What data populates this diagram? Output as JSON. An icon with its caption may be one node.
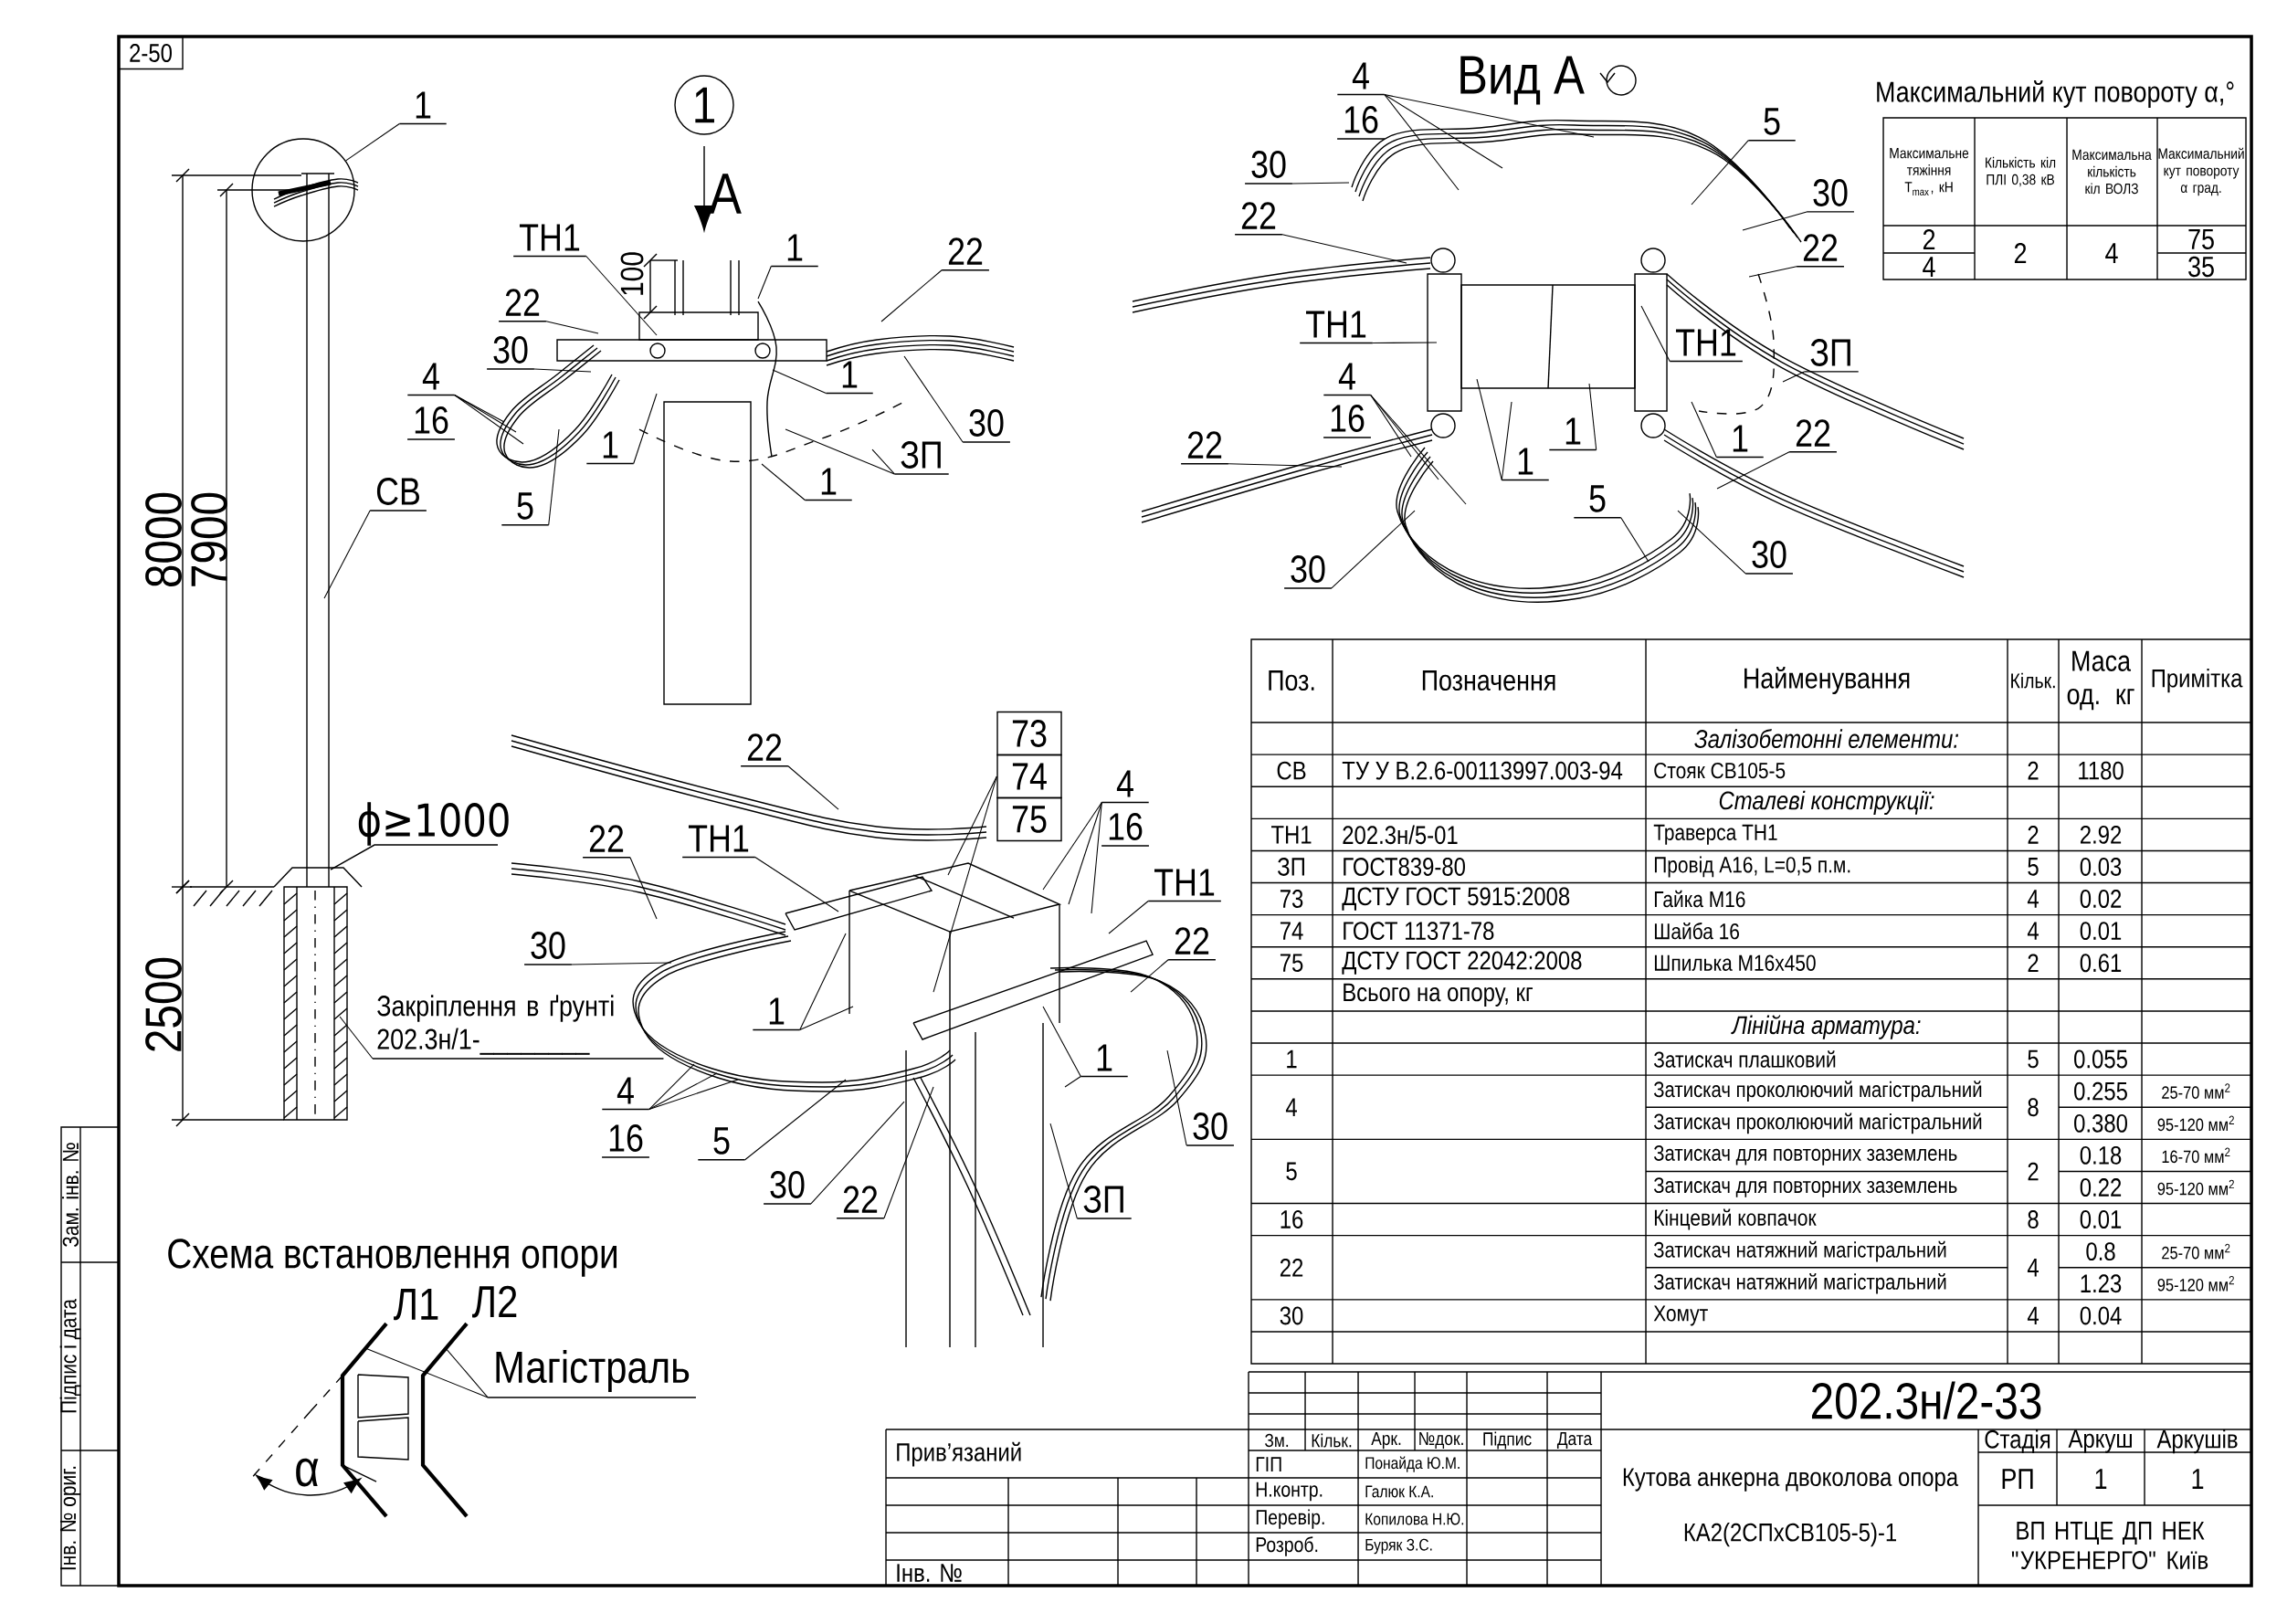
{
  "diagram": {
    "nodes": [
      {
        "text": [],
        "shape": "circle"
      },
      {
        "text": [
          "1"
        ]
      },
      {
        "text": [
          "1"
        ]
      },
      {
        "text": [
          "СВ"
        ]
      },
      {
        "text": [
          "Закріплення в ґрунті 202.3н/1-________"
        ]
      },
      {
        "text": [
          "ТН1"
        ]
      },
      {
        "text": [
          "22"
        ]
      },
      {
        "text": [
          "30"
        ]
      },
      {
        "text": [
          "4"
        ]
      },
      {
        "text": [
          "16"
        ]
      },
      {
        "text": [
          "1"
        ]
      },
      {
        "text": [
          "5"
        ]
      },
      {
        "text": [
          "1"
        ]
      },
      {
        "text": [
          "22"
        ]
      },
      {
        "text": [
          "1"
        ]
      },
      {
        "text": [
          "30"
        ]
      },
      {
        "text": [
          "ЗП"
        ]
      },
      {
        "text": [
          "1"
        ]
      },
      {
        "text": [
          "4"
        ]
      },
      {
        "text": [
          "16"
        ]
      },
      {
        "text": [
          "5"
        ]
      },
      {
        "text": [
          "30"
        ]
      },
      {
        "text": [
          "30"
        ]
      },
      {
        "text": [
          "22"
        ]
      },
      {
        "text": [
          "22"
        ]
      },
      {
        "text": [
          "ТН1"
        ]
      },
      {
        "text": [
          "ТН1"
        ]
      },
      {
        "text": [
          "ЗП"
        ]
      },
      {
        "text": [
          "4"
        ]
      },
      {
        "text": [
          "16"
        ]
      },
      {
        "text": [
          "1"
        ]
      },
      {
        "text": [
          "1"
        ]
      },
      {
        "text": [
          "1"
        ]
      },
      {
        "text": [
          "22"
        ]
      },
      {
        "text": [
          "22"
        ]
      },
      {
        "text": [
          "5"
        ]
      },
      {
        "text": [
          "30"
        ]
      },
      {
        "text": [
          "30"
        ]
      },
      {
        "text": [
          "22"
        ]
      },
      {
        "text": [
          "73"
        ]
      },
      {
        "text": [
          "74"
        ]
      },
      {
        "text": [
          "75"
        ]
      },
      {
        "text": [
          "4"
        ]
      },
      {
        "text": [
          "16"
        ]
      },
      {
        "text": [
          "22"
        ]
      },
      {
        "text": [
          "ТН1"
        ]
      },
      {
        "text": [
          "ТН1"
        ]
      },
      {
        "text": [
          "30"
        ]
      },
      {
        "text": [
          "22"
        ]
      },
      {
        "text": [
          "1"
        ]
      },
      {
        "text": [
          "1"
        ]
      },
      {
        "text": [
          "4"
        ]
      },
      {
        "text": [
          "16"
        ]
      },
      {
        "text": [
          "5"
        ]
      },
      {
        "text": [
          "30"
        ]
      },
      {
        "text": [
          "30"
        ]
      },
      {
        "text": [
          "22"
        ]
      },
      {
        "text": [
          "ЗП"
        ]
      },
      {
        "text": [
          "Магістраль"
        ]
      }
    ],
    "edges": [
      {
        "from": 1,
        "to": 0,
        "arrow": "none"
      },
      {
        "from": 3,
        "to": null,
        "arrow": "none"
      },
      {
        "from": 4,
        "to": null,
        "arrow": "none"
      },
      {
        "from": 5,
        "to": null,
        "arrow": "none"
      },
      {
        "from": 6,
        "to": null,
        "arrow": "none"
      },
      {
        "from": 7,
        "to": null,
        "arrow": "none"
      },
      {
        "from": 8,
        "to": null,
        "arrow": "none"
      },
      {
        "from": 8,
        "to": null,
        "arrow": "none"
      },
      {
        "from": 8,
        "to": null,
        "arrow": "none"
      },
      {
        "from": 10,
        "to": null,
        "arrow": "none"
      },
      {
        "from": 11,
        "to": null,
        "arrow": "none"
      },
      {
        "from": 12,
        "to": null,
        "arrow": "none"
      },
      {
        "from": 13,
        "to": null,
        "arrow": "none"
      },
      {
        "from": 14,
        "to": null,
        "arrow": "none"
      },
      {
        "from": 15,
        "to": null,
        "arrow": "none"
      },
      {
        "from": 16,
        "to": null,
        "arrow": "none"
      },
      {
        "from": 16,
        "to": null,
        "arrow": "none"
      },
      {
        "from": 17,
        "to": null,
        "arrow": "none"
      },
      {
        "from": 18,
        "to": null,
        "arrow": "none"
      },
      {
        "from": 18,
        "to": null,
        "arrow": "none"
      },
      {
        "from": 18,
        "to": null,
        "arrow": "none"
      },
      {
        "from": 20,
        "to": null,
        "arrow": "none"
      },
      {
        "from": 21,
        "to": null,
        "arrow": "none"
      },
      {
        "from": 22,
        "to": null,
        "arrow": "none"
      },
      {
        "from": 23,
        "to": null,
        "arrow": "none"
      },
      {
        "from": 24,
        "to": null,
        "arrow": "none"
      },
      {
        "from": 25,
        "to": null,
        "arrow": "none"
      },
      {
        "from": 26,
        "to": null,
        "arrow": "none"
      },
      {
        "from": 27,
        "to": null,
        "arrow": "none"
      },
      {
        "from": 28,
        "to": null,
        "arrow": "none"
      },
      {
        "from": 28,
        "to": null,
        "arrow": "none"
      },
      {
        "from": 28,
        "to": null,
        "arrow": "none"
      },
      {
        "from": 30,
        "to": null,
        "arrow": "none"
      },
      {
        "from": 31,
        "to": null,
        "arrow": "none"
      },
      {
        "from": 31,
        "to": null,
        "arrow": "none"
      },
      {
        "from": 32,
        "to": null,
        "arrow": "none"
      },
      {
        "from": 33,
        "to": null,
        "arrow": "none"
      },
      {
        "from": 34,
        "to": null,
        "arrow": "none"
      },
      {
        "from": 35,
        "to": null,
        "arrow": "none"
      },
      {
        "from": 36,
        "to": null,
        "arrow": "none"
      },
      {
        "from": 37,
        "to": null,
        "arrow": "none"
      },
      {
        "from": 38,
        "to": null,
        "arrow": "none"
      },
      {
        "from": 40,
        "to": null,
        "arrow": "none"
      },
      {
        "from": 40,
        "to": null,
        "arrow": "none"
      },
      {
        "from": 42,
        "to": null,
        "arrow": "none"
      },
      {
        "from": 42,
        "to": null,
        "arrow": "none"
      },
      {
        "from": 42,
        "to": null,
        "arrow": "none"
      },
      {
        "from": 44,
        "to": null,
        "arrow": "none"
      },
      {
        "from": 45,
        "to": null,
        "arrow": "none"
      },
      {
        "from": 46,
        "to": null,
        "arrow": "none"
      },
      {
        "from": 47,
        "to": null,
        "arrow": "none"
      },
      {
        "from": 48,
        "to": null,
        "arrow": "none"
      },
      {
        "from": 49,
        "to": null,
        "arrow": "none"
      },
      {
        "from": 49,
        "to": null,
        "arrow": "none"
      },
      {
        "from": 50,
        "to": null,
        "arrow": "none"
      },
      {
        "from": 50,
        "to": null,
        "arrow": "none"
      },
      {
        "from": 51,
        "to": null,
        "arrow": "none"
      },
      {
        "from": 51,
        "to": null,
        "arrow": "none"
      },
      {
        "from": 51,
        "to": null,
        "arrow": "none"
      },
      {
        "from": 53,
        "to": null,
        "arrow": "none"
      },
      {
        "from": 54,
        "to": null,
        "arrow": "none"
      },
      {
        "from": 55,
        "to": null,
        "arrow": "none"
      },
      {
        "from": 56,
        "to": null,
        "arrow": "none"
      },
      {
        "from": 57,
        "to": null,
        "arrow": "none"
      },
      {
        "from": 58,
        "to": null,
        "arrow": "none"
      },
      {
        "from": 58,
        "to": null,
        "arrow": "none"
      }
    ],
    "labels": [
      "2-50",
      "Вид А",
      "Максимальний кут повороту α,°",
      "Максимальне тяжіння T$_{max}$, кН",
      "Кількість кіл ПЛІ 0,38 кВ",
      "Максимальна кількість кіл ВОЛЗ",
      "Максимальний кут повороту α град.",
      "2",
      "2",
      "4",
      "75",
      "4",
      "35",
      "A",
      "100",
      "8000",
      "7900",
      "ϕ≥1000",
      "2500",
      "Поз.",
      "Позначення",
      "Найменування",
      "Кільк.",
      "Маса од. кг",
      "Примітка",
      "Залізобетонні елементи:",
      "СВ",
      "ТУ У В.2.6-00113997.003-94",
      "Стояк СВ105-5",
      "2",
      "1180",
      "Сталеві конструкції:",
      "ТН1",
      "202.3н/5-01",
      "Траверса ТН1",
      "2",
      "2.92",
      "ЗП",
      "ГОСТ839-80",
      "Провід А16, L=0,5 п.м.",
      "5",
      "0.03",
      "73",
      "ДСТУ ГОСТ 5915:2008",
      "Гайка М16",
      "4",
      "0.02",
      "74",
      "ГОСТ 11371-78",
      "Шайба 16",
      "4",
      "0.01",
      "75",
      "ДСТУ ГОСТ 22042:2008",
      "Шпилька М16х450",
      "2",
      "0.61",
      "Всього на опору, кг",
      "Лінійна арматура:",
      "1",
      "Затискач плашковий",
      "5",
      "0.055",
      "4",
      "Затискач проколюючий магістральний",
      "8",
      "0.255",
      "25-70 мм$^{2}$",
      "Затискач проколюючий магістральний",
      "0.380",
      "95-120 мм$^{2}$",
      "5",
      "Затискач для повторних заземлень",
      "2",
      "0.18",
      "16-70 мм$^{2}$",
      "Затискач для повторних заземлень",
      "0.22",
      "95-120 мм$^{2}$",
      "16",
      "Кінцевий ковпачок",
      "8",
      "0.01",
      "22",
      "Затискач натяжний магістральний",
      "4",
      "0.8",
      "25-70 мм$^{2}$",
      "Затискач натяжний магістральний",
      "1.23",
      "95-120 мм$^{2}$",
      "30",
      "Хомут",
      "4",
      "0.04",
      "202.3н/2-33",
      "Зм.",
      "Кільк.",
      "Арк.",
      "№док.",
      "Підпис",
      "Дата",
      "Стадія",
      "Аркуш",
      "Аркушів",
      "Прив’язаний",
      "ГІП",
      "Понайда Ю.М.",
      "Кутова анкерна двоколова опора",
      "РП",
      "1",
      "1",
      "Н.контр.",
      "Галюк К.А.",
      "Перевір.",
      "Копилова Н.Ю.",
      "КА2(2СПхСВ105-5)-1",
      "ВП НТЦЕ ДП НЕК \"УКРЕНЕРГО\" Київ",
      "Розроб.",
      "Буряк З.С.",
      "Інв. №",
      "Схема встановлення опори",
      "Л1",
      "Л2",
      "α",
      "Зам. інв. №",
      "Підпис і дата",
      "Інв. № ориг."
    ]
  }
}
